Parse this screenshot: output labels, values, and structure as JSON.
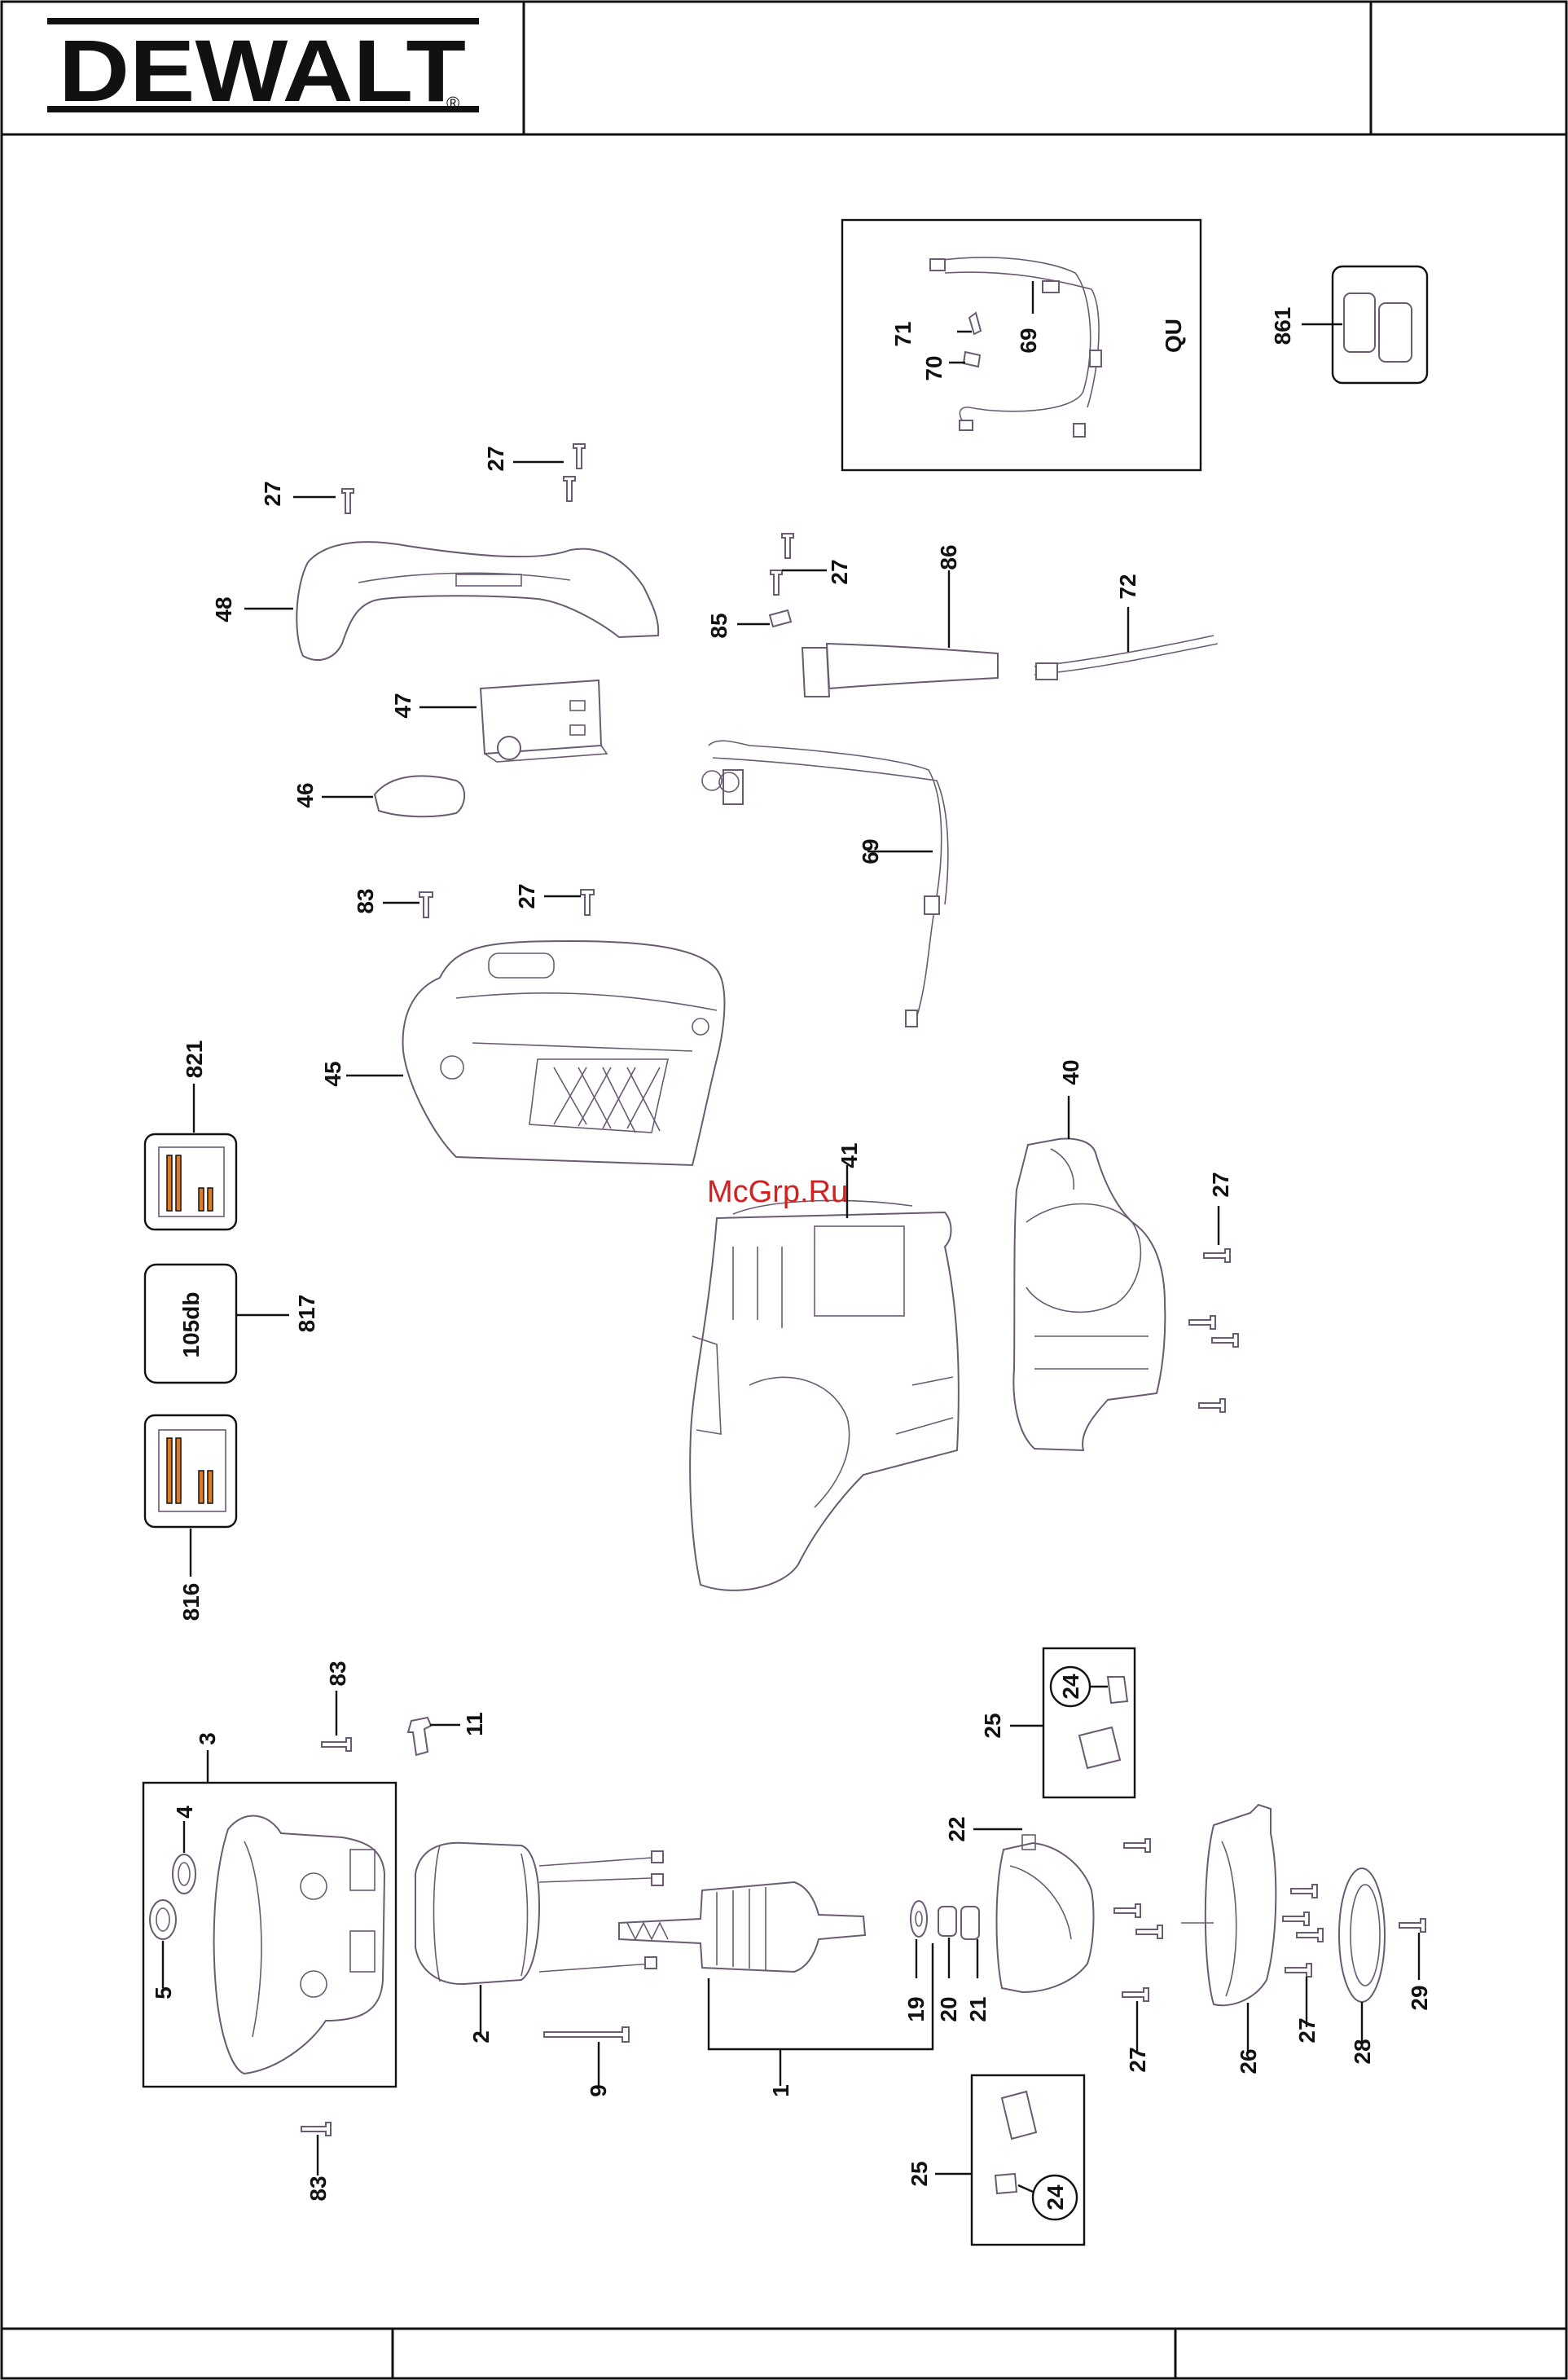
{
  "header": {
    "brand": "DEWALT",
    "brand_mark": "®"
  },
  "watermark": "McGrp.Ru",
  "labels": {
    "l69a": "69",
    "l71": "71",
    "l70": "70",
    "lqu": "QU",
    "l861": "861",
    "l27a": "27",
    "l27b": "27",
    "l48": "48",
    "l27c": "27",
    "l85": "85",
    "l86": "86",
    "l72": "72",
    "l47": "47",
    "l46": "46",
    "l69b": "69",
    "l83a": "83",
    "l27d": "27",
    "l45": "45",
    "l821": "821",
    "l817": "817",
    "l816": "816",
    "l41": "41",
    "l40": "40",
    "l27e": "27",
    "l105db": "105db",
    "l83b": "83",
    "l11": "11",
    "l3": "3",
    "l4": "4",
    "l5": "5",
    "l2": "2",
    "l9": "9",
    "l1": "1",
    "l19": "19",
    "l20": "20",
    "l21": "21",
    "l22": "22",
    "l25a": "25",
    "l24a": "24",
    "l27f": "27",
    "l26": "26",
    "l27g": "27",
    "l28": "28",
    "l29": "29",
    "l83c": "83",
    "l25b": "25",
    "l24b": "24"
  },
  "colors": {
    "line": "#111111",
    "part_outline": "#6a5a72",
    "label_bar": "#e07a1f",
    "watermark": "#d62020"
  }
}
